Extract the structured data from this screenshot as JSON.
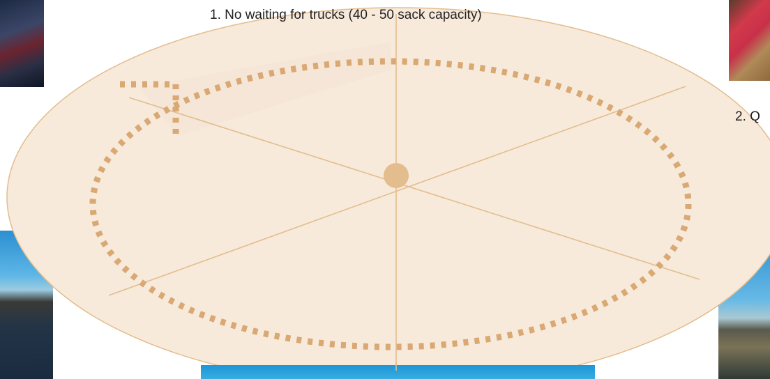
{
  "steps": [
    {
      "label": "1. No waiting for trucks (40 - 50 sack capacity)"
    },
    {
      "label": "2. Q"
    }
  ],
  "colors": {
    "disc_fill": "#f7eadb",
    "disc_stroke": "#e3bd8e",
    "dotted_ring": "#d9a873",
    "spokes": "#e3bd8e",
    "hub": "#e3bd8e",
    "sky": "#2fa8de"
  },
  "photos": [
    {
      "name": "machinery-photo-top-left",
      "subject": "dark machinery"
    },
    {
      "name": "potato-harvest-photo-top-right",
      "subject": "red crate of potatoes"
    },
    {
      "name": "field-photo-bottom-left",
      "subject": "sky over farmland with machinery"
    },
    {
      "name": "field-photo-bottom-right",
      "subject": "sky over farmland with truck"
    },
    {
      "name": "sky-photo-bottom-center",
      "subject": "blue sky"
    }
  ]
}
